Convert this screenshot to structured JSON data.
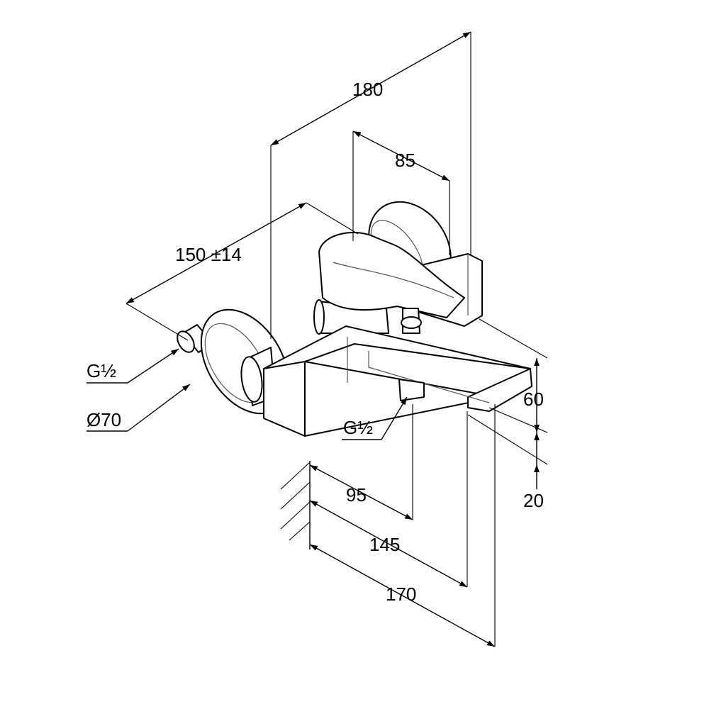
{
  "dimensions": {
    "width_total": "180",
    "handle_offset": "85",
    "wall_distance": "150 ±14",
    "inlet_thread_left": "G½",
    "rosette_diameter": "Ø70",
    "outlet_thread": "G½",
    "height_body": "60",
    "height_spout": "20",
    "depth_outlet": "95",
    "depth_spout": "145",
    "depth_total": "170"
  }
}
